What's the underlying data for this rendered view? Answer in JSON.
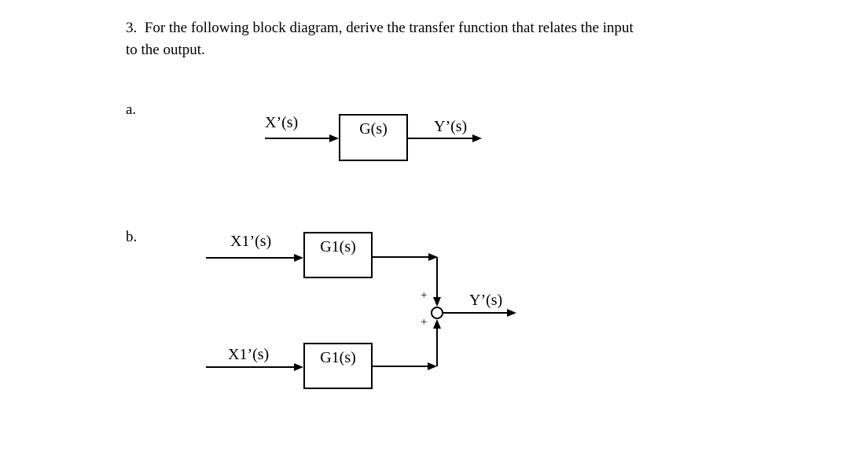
{
  "colors": {
    "ink": "#000000",
    "paper": "#ffffff"
  },
  "title": {
    "lines": [
      "3.  For the following block diagram, derive the transfer function that relates the input",
      "to the output."
    ]
  },
  "diagram_a": {
    "part_label": "a.",
    "input_label": "X’(s)",
    "block_label": "G(s)",
    "output_label": "Y’(s)"
  },
  "diagram_b": {
    "part_label": "b.",
    "top_input_label": "X1’(s)",
    "top_block_label": "G1(s)",
    "bottom_input_label": "X1’(s)",
    "bottom_block_label": "G1(s)",
    "sum_top_sign": "+",
    "sum_bottom_sign": "+",
    "output_label": "Y’(s)"
  }
}
